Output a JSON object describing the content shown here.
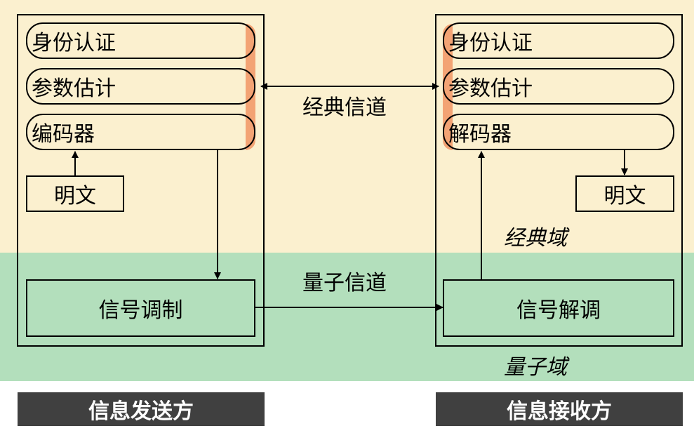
{
  "colors": {
    "classical_band": "#fbf0cf",
    "quantum_band": "#b3dfbc",
    "accent": "#f3a374",
    "footer": "#404040"
  },
  "sender": {
    "auth": "身份认证",
    "param": "参数估计",
    "encoder": "编码器",
    "plaintext": "明文",
    "modulation": "信号调制",
    "footer": "信息发送方"
  },
  "receiver": {
    "auth": "身份认证",
    "param": "参数估计",
    "decoder": "解码器",
    "plaintext": "明文",
    "demodulation": "信号解调",
    "footer": "信息接收方"
  },
  "channels": {
    "classical": "经典信道",
    "quantum": "量子信道"
  },
  "domains": {
    "classical": "经典域",
    "quantum": "量子域"
  }
}
